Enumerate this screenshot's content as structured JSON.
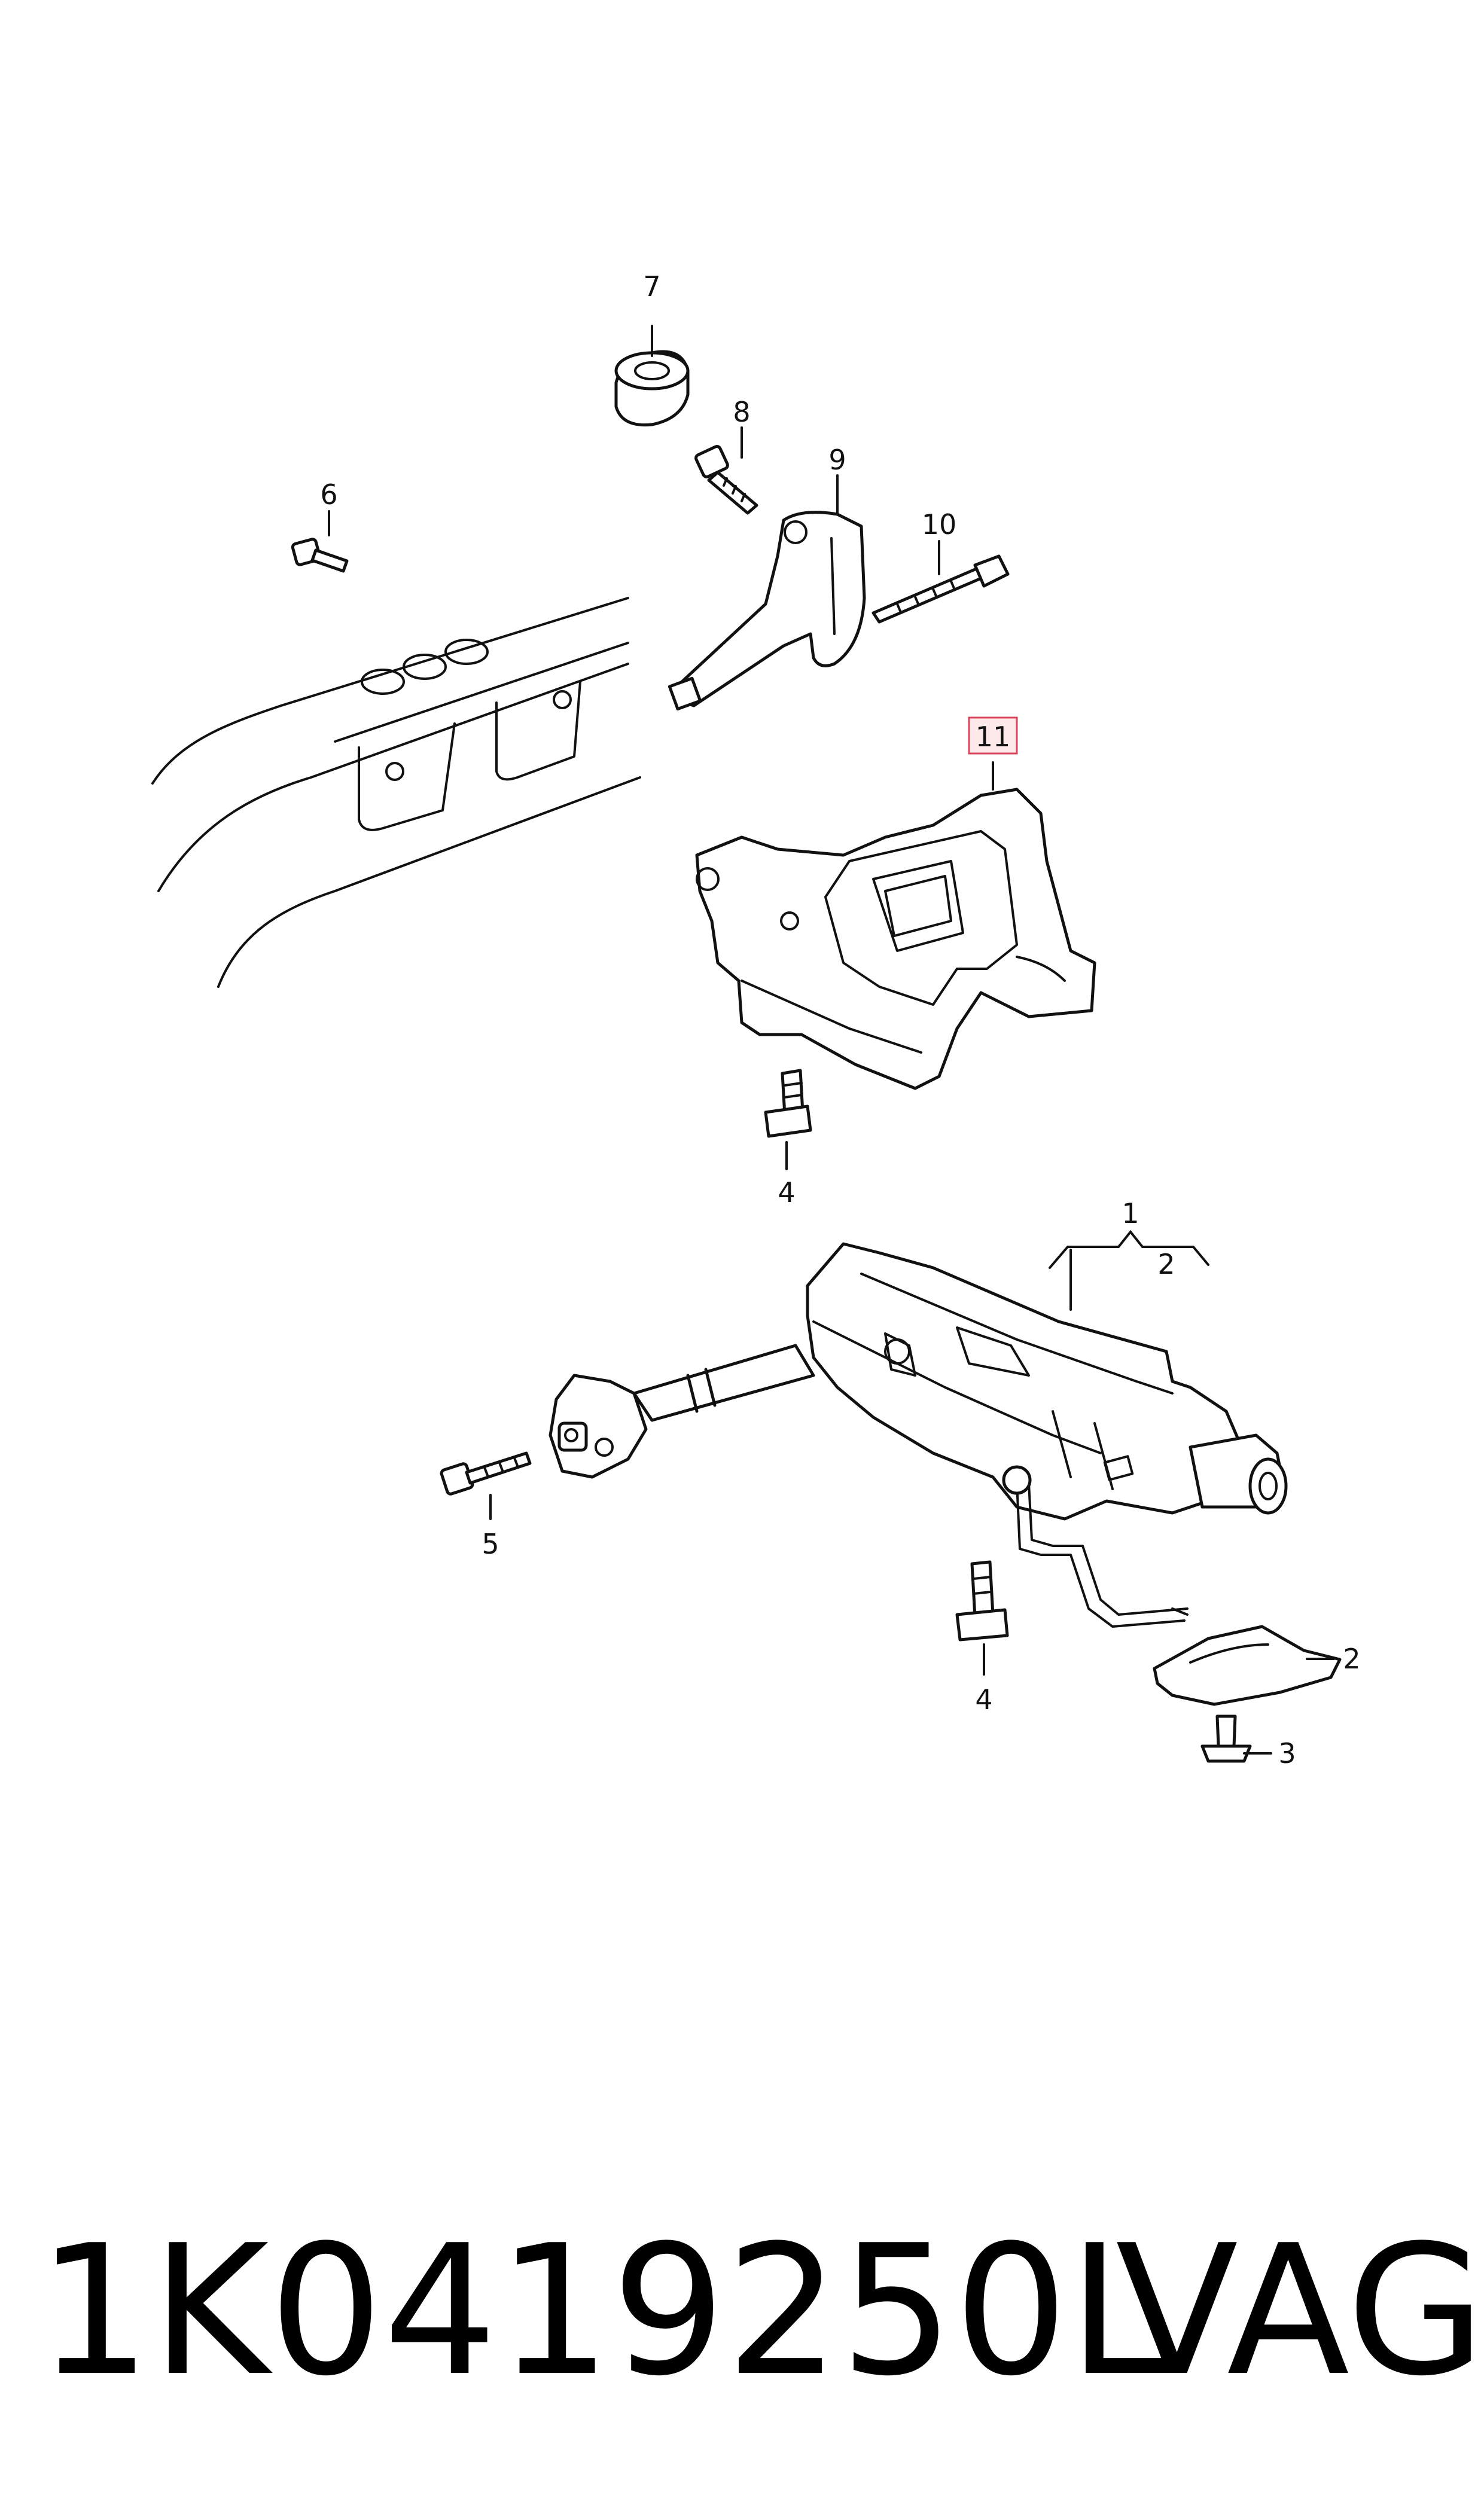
{
  "callouts": {
    "c1": "1",
    "c2_upper": "2",
    "c2_lower": "2",
    "c3": "3",
    "c4_upper": "4",
    "c4_lower": "4",
    "c5": "5",
    "c6": "6",
    "c7": "7",
    "c8": "8",
    "c9": "9",
    "c10": "10",
    "c11": "11"
  },
  "footer": {
    "part_number": "1K0419250L",
    "brand": "VAG"
  },
  "colors": {
    "line": "#111111",
    "highlight_fill": "#fde8ea",
    "highlight_stroke": "#d9455a"
  }
}
